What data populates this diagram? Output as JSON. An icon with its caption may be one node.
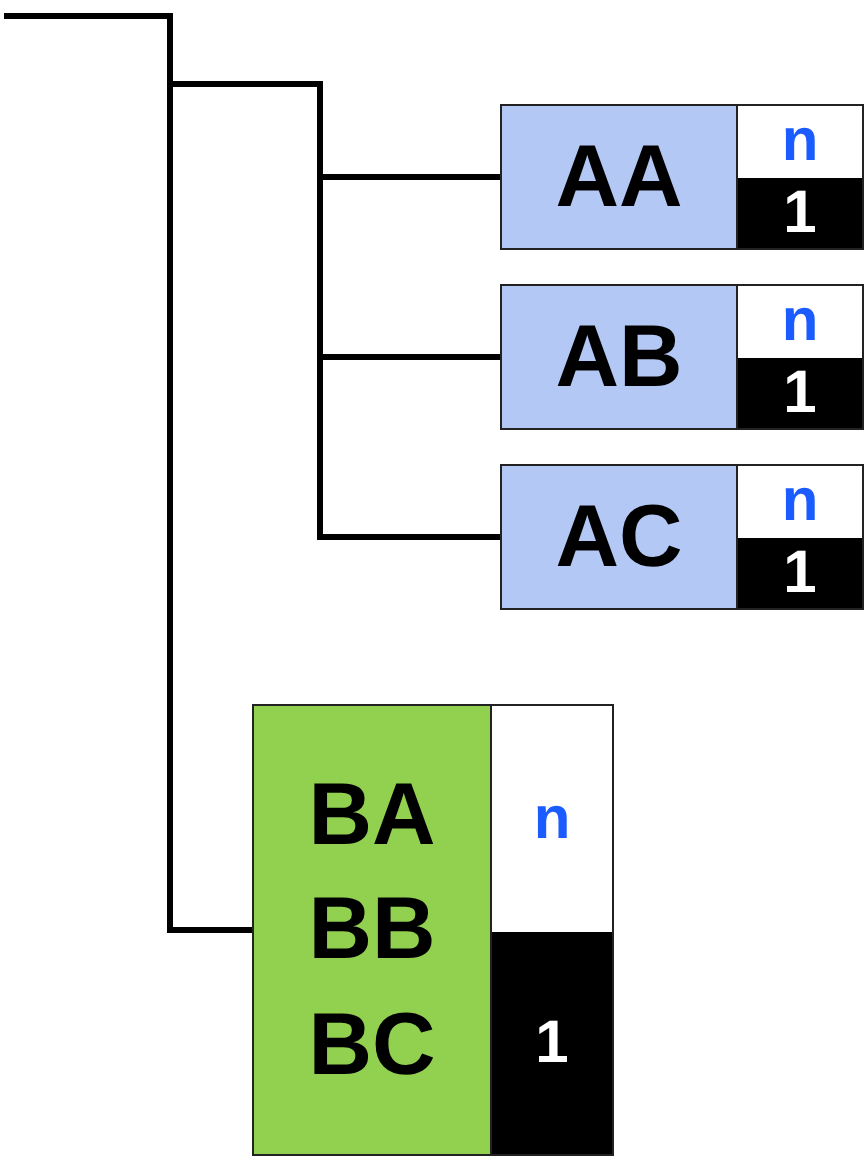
{
  "diagram": {
    "nodes": [
      {
        "text": [
          "AA",
          "n",
          "1"
        ]
      },
      {
        "text": [
          "AB",
          "n",
          "1"
        ]
      },
      {
        "text": [
          "AC",
          "n",
          "1"
        ]
      },
      {
        "text": [
          "BA",
          "BB",
          "BC",
          "n",
          "1"
        ]
      }
    ],
    "edges": [
      {
        "from": null,
        "to": 0,
        "arrow": "none"
      },
      {
        "from": null,
        "to": 1,
        "arrow": "none"
      },
      {
        "from": null,
        "to": 2,
        "arrow": "none"
      },
      {
        "from": null,
        "to": 3,
        "arrow": "none"
      }
    ]
  }
}
